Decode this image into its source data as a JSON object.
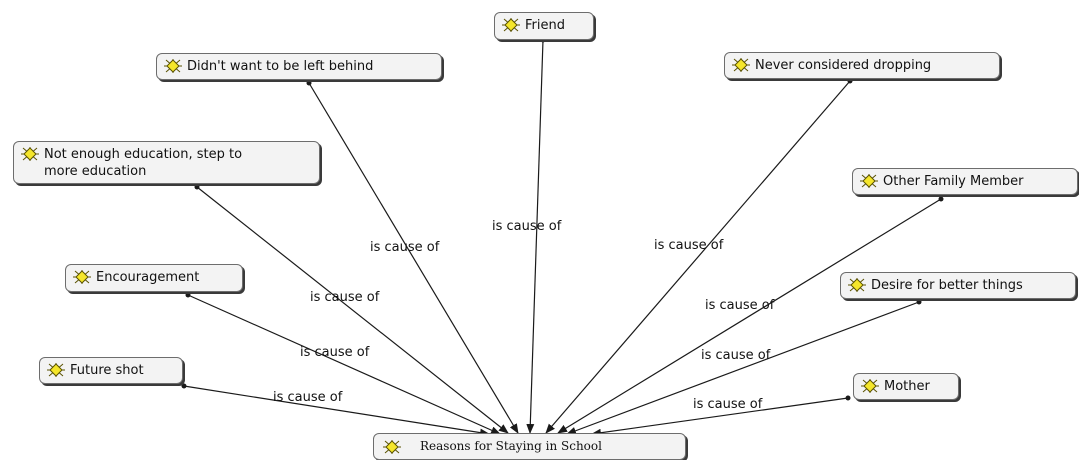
{
  "diagram": {
    "root": {
      "label": "Reasons for Staying in School",
      "icon": "concept-icon"
    },
    "nodes": [
      {
        "id": "friend",
        "label": "Friend",
        "icon": "concept-icon"
      },
      {
        "id": "left_behind",
        "label": "Didn't want to be left behind",
        "icon": "concept-icon"
      },
      {
        "id": "never_dropping",
        "label": "Never considered dropping",
        "icon": "concept-icon"
      },
      {
        "id": "not_enough_edu",
        "label": "Not enough education, step to\nmore education",
        "icon": "concept-icon"
      },
      {
        "id": "other_family",
        "label": "Other Family Member",
        "icon": "concept-icon"
      },
      {
        "id": "encouragement",
        "label": "Encouragement",
        "icon": "concept-icon"
      },
      {
        "id": "desire_better",
        "label": "Desire for better things",
        "icon": "concept-icon"
      },
      {
        "id": "future_shot",
        "label": "Future shot",
        "icon": "concept-icon"
      },
      {
        "id": "mother",
        "label": "Mother",
        "icon": "concept-icon"
      }
    ],
    "relation_label": "is cause of",
    "edges": [
      {
        "from": "friend",
        "to": "root",
        "label": "is cause of"
      },
      {
        "from": "left_behind",
        "to": "root",
        "label": "is cause of"
      },
      {
        "from": "never_dropping",
        "to": "root",
        "label": "is cause of"
      },
      {
        "from": "not_enough_edu",
        "to": "root",
        "label": "is cause of"
      },
      {
        "from": "other_family",
        "to": "root",
        "label": "is cause of"
      },
      {
        "from": "encouragement",
        "to": "root",
        "label": "is cause of"
      },
      {
        "from": "desire_better",
        "to": "root",
        "label": "is cause of"
      },
      {
        "from": "future_shot",
        "to": "root",
        "label": "is cause of"
      },
      {
        "from": "mother",
        "to": "root",
        "label": "is cause of"
      }
    ],
    "colors": {
      "line": "#1a1a1a",
      "node_fill": "#f3f3f3",
      "icon_fill": "#f5e62a"
    }
  }
}
